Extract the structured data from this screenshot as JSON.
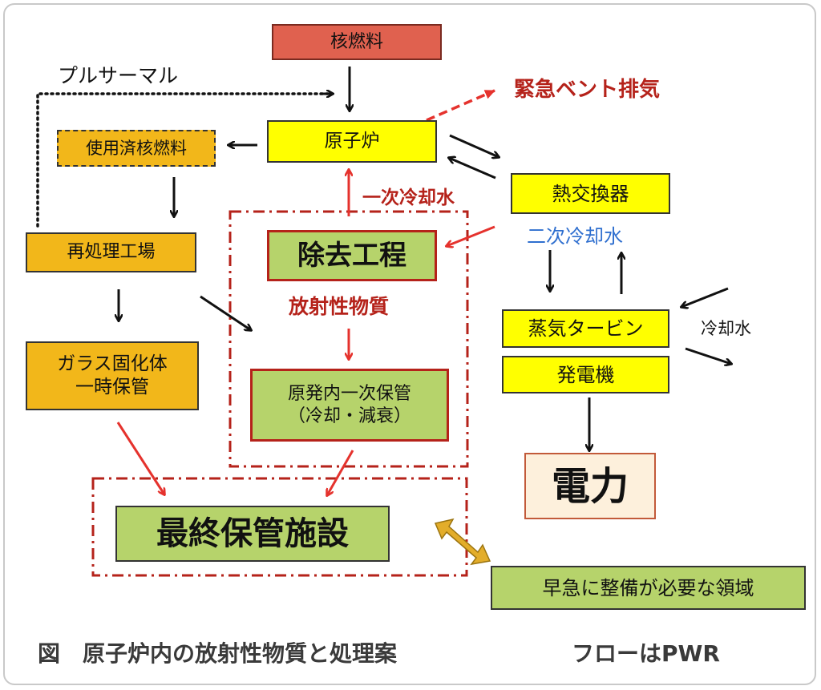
{
  "nodes": {
    "fuel": "核燃料",
    "reactor": "原子炉",
    "spent_fuel": "使用済核燃料",
    "reprocessing": "再処理工場",
    "glass": "ガラス固化体\n一時保管",
    "removal": "除去工程",
    "onsite_storage": "原発内一次保管\n（冷却・減衰）",
    "final_storage": "最終保管施設",
    "heat_exchanger": "熱交換器",
    "turbine": "蒸気タービン",
    "generator": "発電機",
    "power": "電力",
    "urgent_area": "早急に整備が必要な領域"
  },
  "labels": {
    "pluthermal": "プルサーマル",
    "vent": "緊急ベント排気",
    "primary_coolant": "一次冷却水",
    "radioactive": "放射性物質",
    "secondary_coolant": "二次冷却水",
    "cooling_water": "冷却水"
  },
  "caption": {
    "title": "図　原子炉内の放射性物質と処理案",
    "note": "フローはPWR"
  },
  "colors": {
    "red_box": "#e0614f",
    "yellow_box": "#ffff00",
    "orange_box": "#f2b71a",
    "green_box": "#b6d36b",
    "power_box": "#fdf0dc",
    "red_arrow": "#e5322d",
    "dark_red_text": "#b5221a",
    "blue_text": "#2f6fcf",
    "gold_arrow": "#d9a520"
  }
}
